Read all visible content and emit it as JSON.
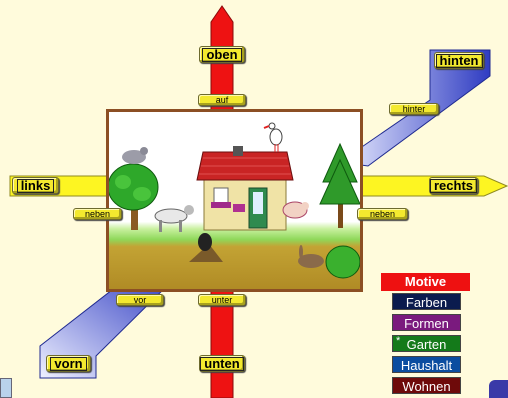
{
  "directions": {
    "oben": "oben",
    "auf": "auf",
    "links": "links",
    "neben_left": "neben",
    "rechts": "rechts",
    "neben_right": "neben",
    "hinten": "hinten",
    "hinter": "hinter",
    "vorn": "vorn",
    "vor": "vor",
    "unter": "unter",
    "unten": "unten"
  },
  "menu": {
    "header": "Motive",
    "items": [
      {
        "label": "Farben",
        "color": "#0b1b4e",
        "marked": false
      },
      {
        "label": "Formen",
        "color": "#7a1a7e",
        "marked": false
      },
      {
        "label": "Garten",
        "color": "#147a1a",
        "marked": true
      },
      {
        "label": "Haushalt",
        "color": "#0b4da0",
        "marked": false
      },
      {
        "label": "Wohnen",
        "color": "#6e0a0a",
        "marked": false
      }
    ],
    "mark_symbol": "*"
  },
  "colors": {
    "arrow_red": "#ee1212",
    "arrow_yellow": "#fdf522",
    "arrow_blue": "#3a46c8",
    "button_yellow": "#f3e92f",
    "header_red": "#ee1111"
  }
}
